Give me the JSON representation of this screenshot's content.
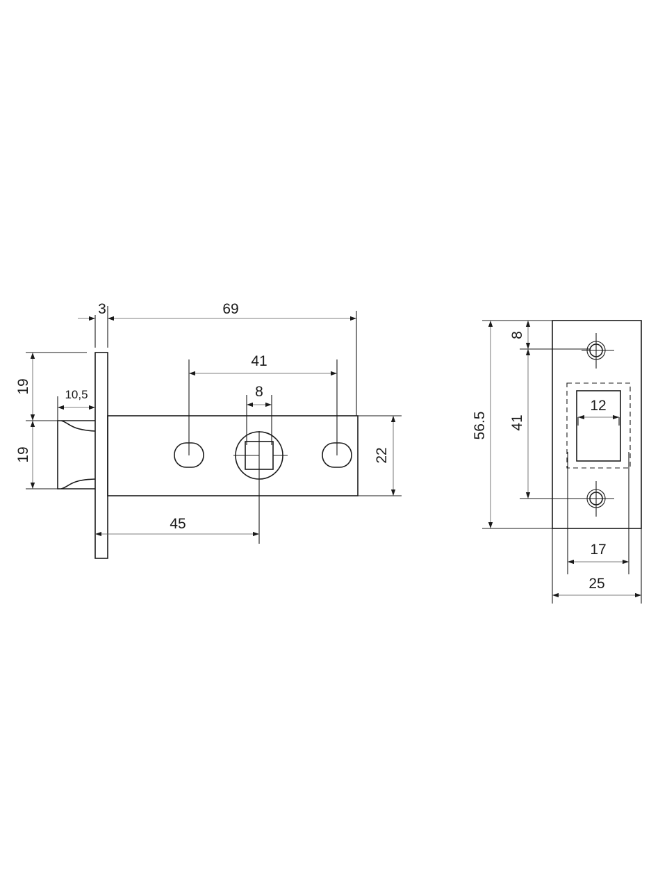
{
  "drawing": {
    "latch_view": {
      "dim_faceplate_thickness": "3",
      "dim_body_length": "69",
      "dim_hole_spacing": "41",
      "dim_spindle": "8",
      "dim_backset": "45",
      "dim_body_height": "22",
      "dim_half_height_top": "19",
      "dim_half_height_bottom": "19",
      "dim_latch_projection": "10,5"
    },
    "strike_view": {
      "dim_height": "56.5",
      "dim_top_hole": "8",
      "dim_hole_spacing": "41",
      "dim_opening_width": "12",
      "dim_recess_width": "17",
      "dim_width": "25"
    }
  }
}
